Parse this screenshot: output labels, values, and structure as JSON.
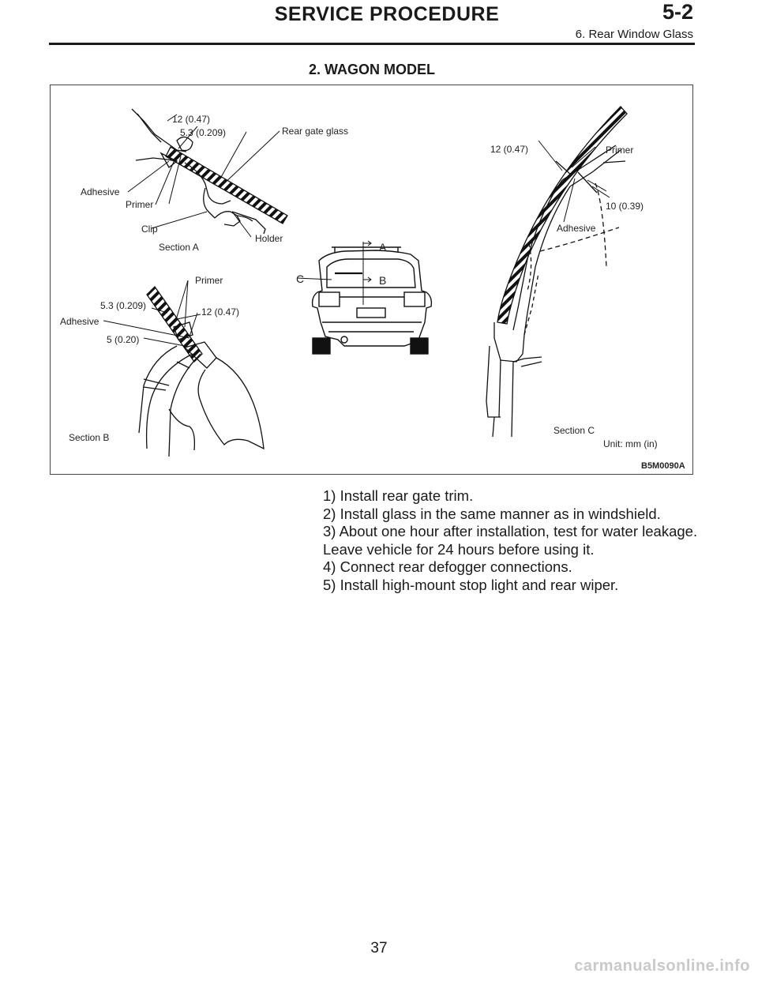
{
  "header": {
    "title": "SERVICE PROCEDURE",
    "section_number": "5-2",
    "section_subtitle": "6. Rear Window Glass"
  },
  "sub_heading": "2. WAGON MODEL",
  "figure": {
    "labels": {
      "a_dim_12": "12 (0.47)",
      "a_dim_53": "5.3 (0.209)",
      "a_rear_gate_glass": "Rear gate glass",
      "a_adhesive": "Adhesive",
      "a_primer": "Primer",
      "a_clip": "Clip",
      "a_holder": "Holder",
      "a_section": "Section A",
      "b_primer": "Primer",
      "b_dim_53": "5.3 (0.209)",
      "b_dim_12": "12 (0.47)",
      "b_adhesive": "Adhesive",
      "b_dim_5": "5 (0.20)",
      "b_section": "Section B",
      "car_a": "A",
      "car_b": "B",
      "car_c": "C",
      "c_dim_12": "12 (0.47)",
      "c_primer": "Primer",
      "c_dim_10": "10 (0.39)",
      "c_adhesive": "Adhesive",
      "c_section": "Section C",
      "unit": "Unit: mm (in)"
    },
    "figure_id": "B5M0090A"
  },
  "steps": [
    "1) Install rear gate trim.",
    "2) Install glass in the same manner as in windshield.",
    "3) About one hour after installation, test for water leakage.",
    "Leave vehicle for 24 hours before using it.",
    "4) Connect rear defogger connections.",
    "5) Install high-mount stop light and rear wiper."
  ],
  "page_number": "37",
  "watermark": "carmanualsonline.info"
}
